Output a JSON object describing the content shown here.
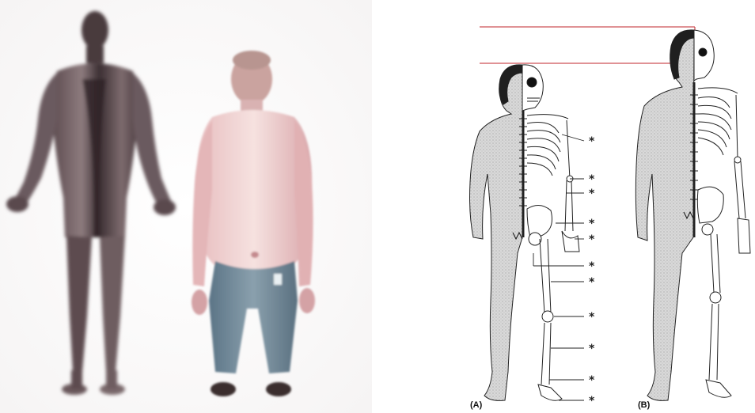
{
  "photos": {
    "figure_1": {
      "icon": "silhouette-photo"
    },
    "figure_2": {
      "icon": "person-photo"
    }
  },
  "diagram": {
    "guide_line_color": "#c0262b",
    "callouts": [
      "*",
      "*",
      "*",
      "*",
      "*",
      "*",
      "*",
      "*",
      "*",
      "*",
      "*"
    ],
    "label_a": "(A)",
    "label_b": "(B)"
  }
}
